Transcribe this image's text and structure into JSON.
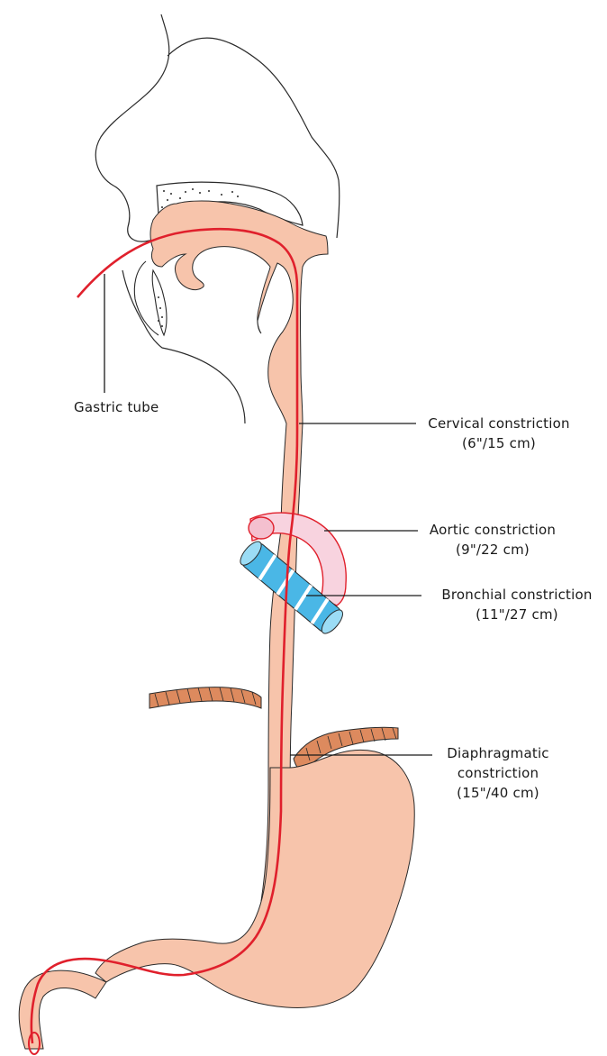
{
  "labels": {
    "gastric_tube": "Gastric tube",
    "cervical": {
      "name": "Cervical constriction",
      "distance": "(6\"/15 cm)"
    },
    "aortic": {
      "name": "Aortic constriction",
      "distance": "(9\"/22 cm)"
    },
    "bronchial": {
      "name": "Bronchial constriction",
      "distance": "(11\"/27 cm)"
    },
    "diaphragmatic": {
      "name_line1": "Diaphragmatic",
      "name_line2": "constriction",
      "distance": "(15\"/40 cm)"
    }
  },
  "colors": {
    "tissue": "#f7c4ab",
    "tube": "#e0202c",
    "aortic_arch": "#f8d3df",
    "bronchus": "#4ab7e6",
    "diaphragm": "#dd8a5e",
    "outline": "#2a2a2a"
  }
}
